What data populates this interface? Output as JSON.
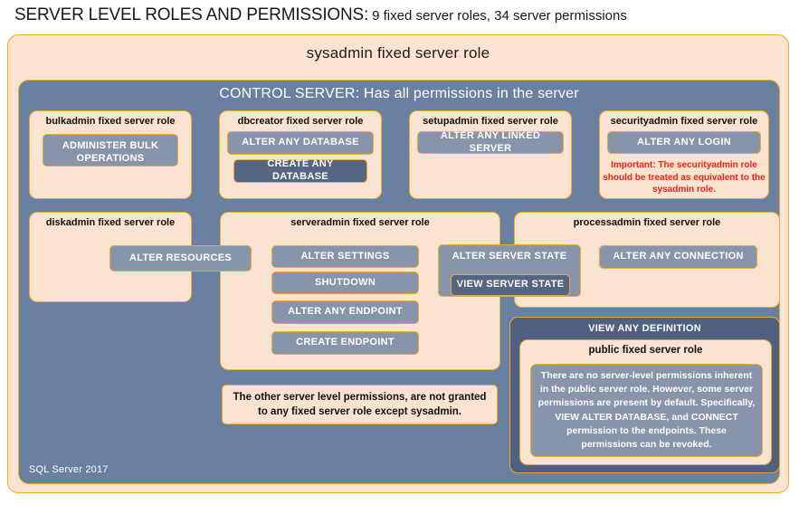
{
  "title": {
    "main": "SERVER LEVEL ROLES AND PERMISSIONS:",
    "sub": "9 fixed server roles, 34 server permissions"
  },
  "colors": {
    "peach_fill": "#fbe3d2",
    "orange_border": "#ecaa2b",
    "blue_panel": "#6a80a0",
    "perm_fill": "#8794aa",
    "perm_dark_fill": "#566582",
    "public_outer_fill": "#4f6080",
    "warning_red": "#ee2211",
    "text_dark": "#111111",
    "text_light": "#ffffff"
  },
  "sysadmin_panel": {
    "label": "sysadmin fixed server role"
  },
  "control_server_panel": {
    "label": "CONTROL SERVER: Has all permissions in the server"
  },
  "roles": {
    "bulkadmin": {
      "title": "bulkadmin  fixed server role",
      "permissions": [
        {
          "label": "ADMINISTER  BULK OPERATIONS",
          "style": "normal"
        }
      ]
    },
    "dbcreator": {
      "title": "dbcreator fixed server role",
      "permissions": [
        {
          "label": "ALTER ANY DATABASE",
          "style": "normal"
        },
        {
          "label": "CREATE  ANY DATABASE",
          "style": "dark"
        }
      ]
    },
    "setupadmin": {
      "title": "setupadmin fixed server role",
      "permissions": [
        {
          "label": "ALTER ANY LINKED SERVER",
          "style": "normal"
        }
      ]
    },
    "securityadmin": {
      "title": "securityadmin  fixed server role",
      "permissions": [
        {
          "label": "ALTER ANY LOGIN",
          "style": "normal"
        }
      ],
      "warning": "Important:  The securityadmin role should  be treated as equivalent to the sysadmin role."
    },
    "diskadmin": {
      "title": "diskadmin  fixed server role",
      "permissions": [
        {
          "label": "ALTER RESOURCES",
          "style": "normal"
        }
      ]
    },
    "serveradmin": {
      "title": "serveradmin fixed server role",
      "permissions": [
        {
          "label": "ALTER SETTINGS",
          "style": "normal"
        },
        {
          "label": "SHUTDOWN",
          "style": "normal"
        },
        {
          "label": "ALTER ANY ENDPOINT",
          "style": "normal"
        },
        {
          "label": "CREATE  ENDPOINT",
          "style": "normal"
        },
        {
          "label": "ALTER SERVER STATE",
          "style": "normal"
        },
        {
          "label": "VIEW SERVER STATE",
          "style": "dark"
        }
      ]
    },
    "processadmin": {
      "title": "processadmin  fixed server role",
      "permissions": [
        {
          "label": "ALTER ANY CONNECTION",
          "style": "normal"
        }
      ]
    },
    "public": {
      "outer_permission": "VIEW ANY DEFINITION",
      "title": "public  fixed server role",
      "description": "There are no server-level permissions inherent in the public server role. However, some server permissions are present by default. Specifically, VIEW ALTER DATABASE, and CONNECT permission to the endpoints. These permissions can be revoked."
    }
  },
  "notes": {
    "other_permissions": "The other server level permissions,  are not granted to any fixed server role except sysadmin."
  },
  "footer": {
    "label": "SQL Server 2017"
  }
}
